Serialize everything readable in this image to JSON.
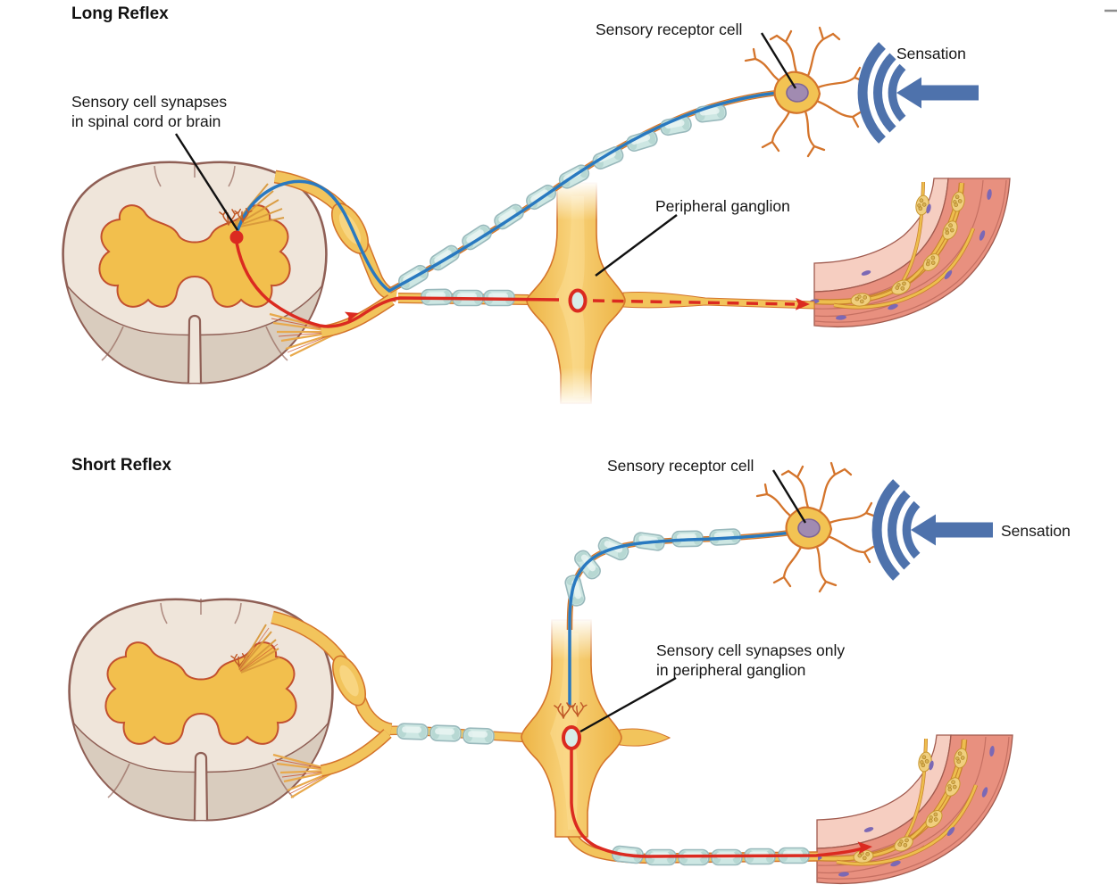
{
  "long_reflex": {
    "title": "Long Reflex",
    "synapse_label_line1": "Sensory cell synapses",
    "synapse_label_line2": "in spinal cord or brain",
    "receptor_label": "Sensory receptor cell",
    "sensation_label": "Sensation",
    "ganglion_label": "Peripheral ganglion"
  },
  "short_reflex": {
    "title": "Short Reflex",
    "receptor_label": "Sensory receptor cell",
    "sensation_label": "Sensation",
    "synapse_label_line1": "Sensory cell synapses only",
    "synapse_label_line2": "in peripheral ganglion"
  },
  "icons": {
    "sensation_icon": "sound-waves-with-left-arrow",
    "myelin_segment": "myelin-sheath-capsule"
  },
  "colors": {
    "sensory_pathway_blue": "#2979C0",
    "motor_pathway_red": "#DB2A20",
    "nerve_gold": "#F2C45C",
    "nerve_outline_orange": "#D4742B",
    "myelin_teal": "#CDE7E3",
    "sensation_blue": "#4E72AC",
    "cord_white_matter": "#EFE5DA",
    "cord_lower_matter": "#D9CCBE",
    "cord_outline_brown": "#8F5F55",
    "gray_matter_gold": "#F2BF4D",
    "gray_matter_outline": "#C2502F",
    "muscle_dark_pink": "#E8907F",
    "muscle_light_pink": "#F6CEC1",
    "nucleus_purple": "#9C85AD"
  }
}
